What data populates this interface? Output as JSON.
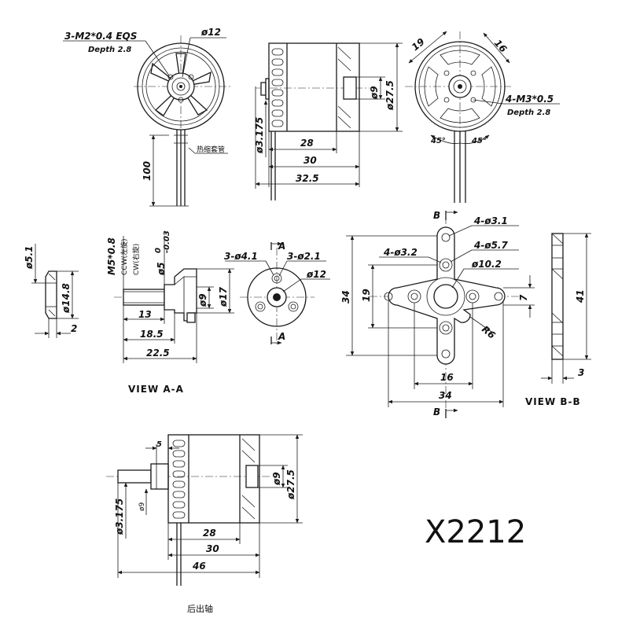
{
  "model": "X2212",
  "front_view": {
    "screw_spec": "3-M2*0.4 EQS",
    "screw_depth": "Depth 2.8",
    "shaft_dia": "ø12",
    "lead_length": "100",
    "heat_shrink_label": "热缩套管"
  },
  "side_view": {
    "shaft_dia": "ø3.175",
    "bore_dia": "ø9",
    "outer_dia": "ø27.5",
    "len_28": "28",
    "len_30": "30",
    "len_32_5": "32.5"
  },
  "rear_view": {
    "dim_19": "19",
    "dim_16": "16",
    "screw_spec": "4-M3*0.5",
    "screw_depth": "Depth 2.8",
    "angle_1": "45°",
    "angle_2": "45°"
  },
  "washer": {
    "dia_5_1": "ø5.1",
    "dia_14_8": "ø14.8",
    "thick": "2"
  },
  "prop_adapter": {
    "thread": "M5*0.8",
    "ccw": "CCW(左旋)",
    "cw": "CW(右旋)",
    "inner_dia": "ø5",
    "tol_upper": "0",
    "tol_lower": "-0.03",
    "dia_9": "ø9",
    "dia_17": "ø17",
    "len_13": "13",
    "len_18_5": "18.5",
    "len_22_5": "22.5",
    "view_label": "VIEW A-A"
  },
  "view_aa": {
    "holes_a": "3-ø4.1",
    "holes_b": "3-ø2.1",
    "center_dia": "ø12",
    "section_a": "A"
  },
  "mount": {
    "section_b": "B",
    "holes_3_1": "4-ø3.1",
    "holes_3_2": "4-ø3.2",
    "holes_5_7": "4-ø5.7",
    "center_dia": "ø10.2",
    "h_34": "34",
    "h_19": "19",
    "radius": "R6",
    "dim_7": "7",
    "w_16": "16",
    "w_34": "34"
  },
  "view_bb": {
    "height": "41",
    "thick": "3",
    "view_label": "VIEW B-B"
  },
  "rear_shaft": {
    "dim_5": "5",
    "shaft_dia": "ø3.175",
    "inner_dia": "ø9",
    "bore_dia": "ø9",
    "outer_dia": "ø27.5",
    "len_28": "28",
    "len_30": "30",
    "len_46": "46",
    "caption": "后出轴"
  }
}
